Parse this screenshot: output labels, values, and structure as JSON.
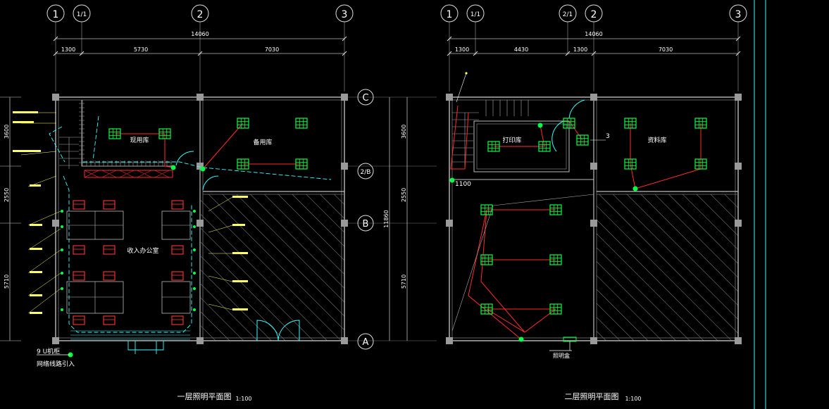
{
  "plans": [
    {
      "id": "floor1",
      "title": "一层照明平面图",
      "scale": "1:100",
      "axes_top": [
        "1",
        "1/1",
        "2",
        "3"
      ],
      "total_dim": "14060",
      "seg_dims": [
        "1300",
        "5730",
        "7030"
      ],
      "rooms": [
        "现用库",
        "备用库",
        "收入办公室"
      ],
      "notes": [
        "9 U机柜",
        "网络线路引入"
      ]
    },
    {
      "id": "floor2",
      "title": "二层照明平面图",
      "scale": "1:100",
      "axes_top": [
        "1",
        "1/1",
        "2/1",
        "2",
        "3"
      ],
      "total_dim": "14060",
      "seg_dims": [
        "1300",
        "4430",
        "1300",
        "7030"
      ],
      "rooms": [
        "打印库",
        "资料库"
      ],
      "labels": [
        "1100",
        "3"
      ],
      "panel": "照明盒"
    }
  ],
  "axes_side": [
    "C",
    "2/B",
    "B",
    "A"
  ],
  "side_dims_left": [
    "3600",
    "2550",
    "5710"
  ],
  "side_dims_mid": [
    "3600",
    "2550",
    "5710"
  ],
  "side_total": "11860",
  "colors": {
    "wall": "#bdbdbd",
    "luminaire": "#00ff44",
    "wiring": "#ff2a2a",
    "data": "#33ffff",
    "note": "#ffff66",
    "furniture": "#ff3333"
  }
}
